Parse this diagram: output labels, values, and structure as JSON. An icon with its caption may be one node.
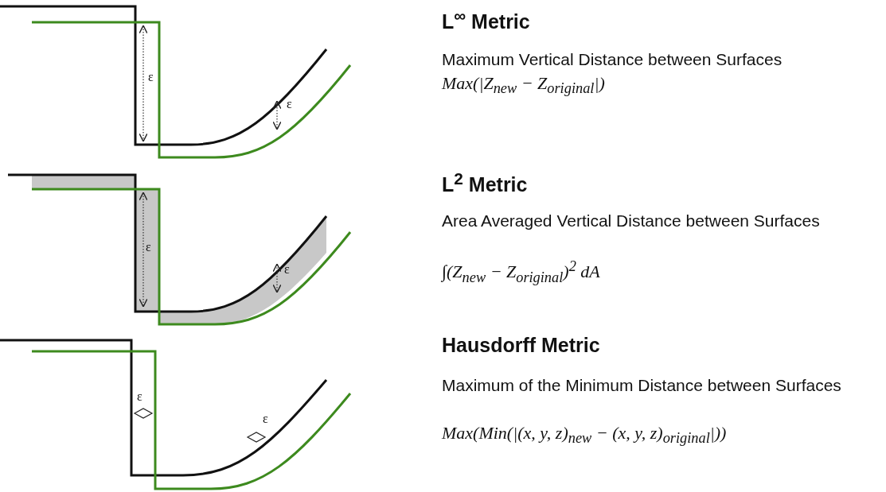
{
  "diagram": {
    "labels": [
      "L$^{∞}$ Metric",
      "Maximum Vertical Distance between Surfaces",
      "Max(|Z$_{new}$ − Z$_{original}$|)",
      "ε",
      "ε",
      "L$^{2}$ Metric",
      "Area Averaged Vertical Distance between Surfaces",
      "∫(Z$_{new}$ − Z$_{original}$)$^{2}$ dA",
      "ε",
      "ε",
      "Hausdorff Metric",
      "Maximum of the Minimum Distance between Surfaces",
      "Max(Min(|(x, y, z)$_{new}$ − (x, y, z)$_{original}$|))",
      "ε",
      "ε"
    ]
  }
}
